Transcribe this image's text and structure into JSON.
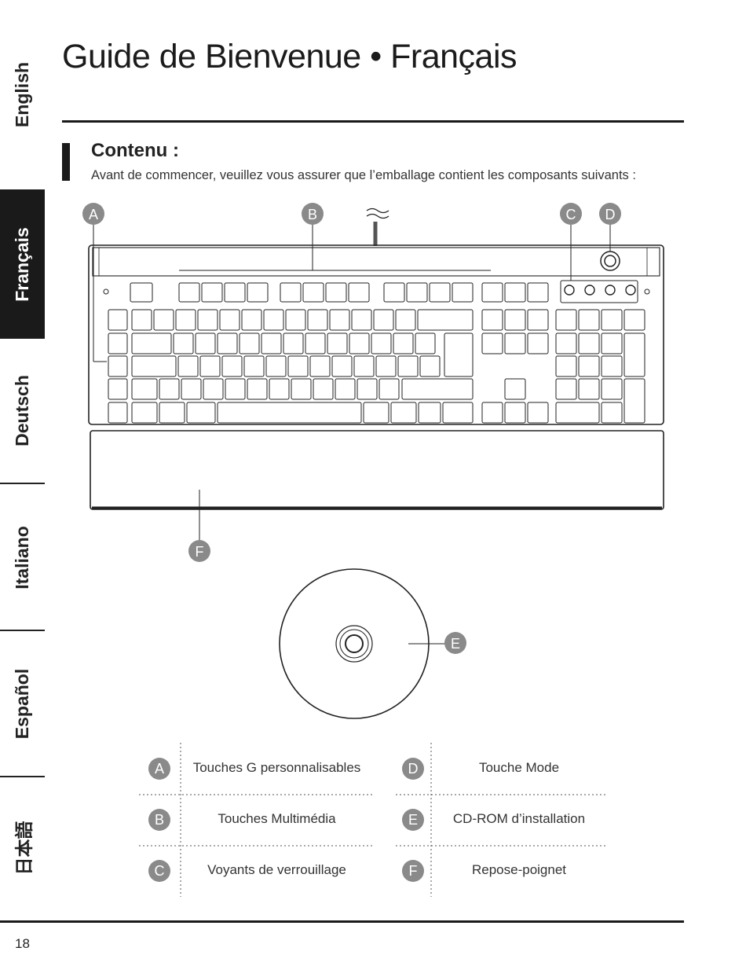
{
  "side_tabs": [
    {
      "label": "English",
      "active": false
    },
    {
      "label": "Français",
      "active": true
    },
    {
      "label": "Deutsch",
      "active": false
    },
    {
      "label": "Italiano",
      "active": false
    },
    {
      "label": "Español",
      "active": false
    },
    {
      "label": "日本語",
      "active": false
    }
  ],
  "title": "Guide de Bienvenue • Français",
  "section": {
    "title": "Contenu :",
    "intro": "Avant de commencer, veuillez vous assurer que l’emballage contient les composants suivants :"
  },
  "callouts": [
    "A",
    "B",
    "C",
    "D",
    "E",
    "F"
  ],
  "legend": [
    {
      "letter": "A",
      "text": "Touches G personnalisables"
    },
    {
      "letter": "B",
      "text": "Touches Multimédia"
    },
    {
      "letter": "C",
      "text": "Voyants de verrouillage"
    },
    {
      "letter": "D",
      "text": "Touche Mode"
    },
    {
      "letter": "E",
      "text": "CD-ROM d’installation"
    },
    {
      "letter": "F",
      "text": "Repose-poignet"
    }
  ],
  "page_number": "18",
  "colors": {
    "dark": "#1a1a1a",
    "badge": "#8a8a8a"
  }
}
